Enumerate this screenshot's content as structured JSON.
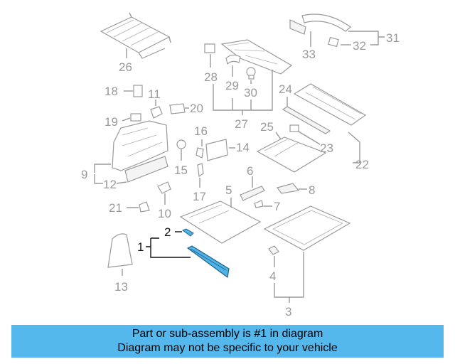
{
  "callouts": {
    "n1": "1",
    "n2": "2",
    "n3": "3",
    "n4": "4",
    "n5": "5",
    "n6": "6",
    "n7": "7",
    "n8": "8",
    "n9": "9",
    "n10": "10",
    "n11": "11",
    "n12": "12",
    "n13": "13",
    "n14": "14",
    "n15": "15",
    "n16": "16",
    "n17": "17",
    "n18": "18",
    "n19": "19",
    "n20": "20",
    "n21": "21",
    "n22": "22",
    "n23": "23",
    "n24": "24",
    "n25": "25",
    "n26": "26",
    "n27": "27",
    "n28": "28",
    "n29": "29",
    "n30": "30",
    "n31": "31",
    "n32": "32",
    "n33": "33"
  },
  "highlighted_part": "1",
  "colors": {
    "highlight": "#4fb3e6",
    "banner": "#55b8ec",
    "line": "#9a9a9a"
  },
  "banner": {
    "line1": "Part or sub-assembly is #1 in diagram",
    "line2": "Diagram may not be specific to your vehicle"
  }
}
